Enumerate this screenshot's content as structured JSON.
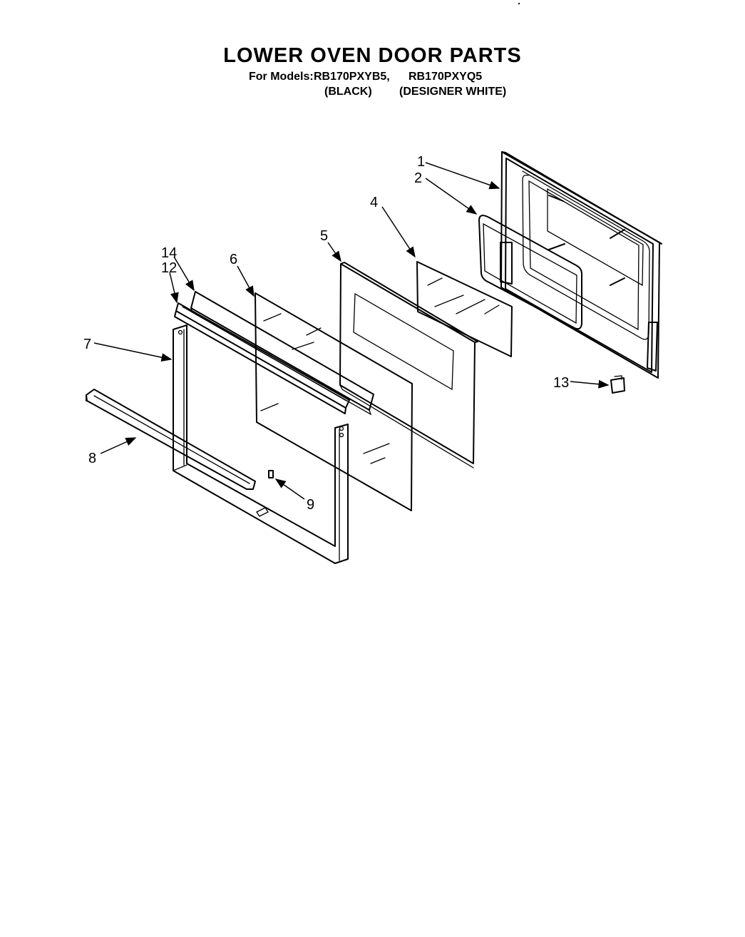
{
  "title": "LOWER OVEN DOOR PARTS",
  "models_label": "For Models:",
  "models": [
    {
      "model": "RB170PXYB5,",
      "color": "(BLACK)"
    },
    {
      "model": "RB170PXYQ5",
      "color": "(DESIGNER WHITE)"
    }
  ],
  "callouts": [
    "1",
    "2",
    "4",
    "5",
    "6",
    "14",
    "12",
    "7",
    "8",
    "9",
    "13"
  ]
}
